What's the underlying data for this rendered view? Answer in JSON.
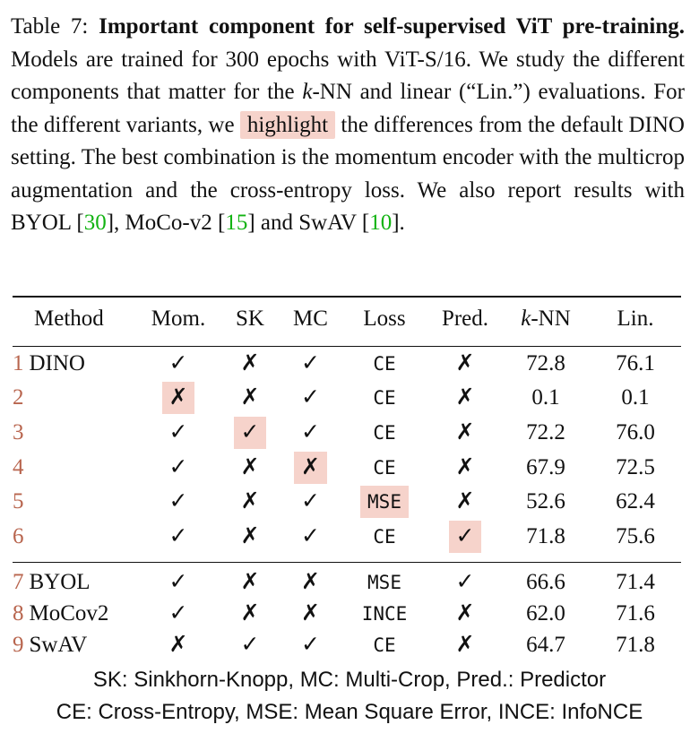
{
  "caption": {
    "table_label": "Table 7:",
    "title": "Important component for self-supervised ViT pre-training.",
    "body_part1": "Models are trained for 300 epochs with ViT-S/16. We study the different components that matter for the ",
    "knn_k": "k",
    "body_part2": "-NN and linear (“Lin.”) evaluations. For the different variants, we ",
    "highlight_word": "highlight",
    "body_part3": " the differences from the default DINO setting. The best combination is the momentum encoder with the multicrop augmentation and the cross-entropy loss. We also report results with BYOL [",
    "ref_byol": "30",
    "body_part4": "], MoCo-v2 [",
    "ref_moco": "15",
    "body_part5": "] and SwAV [",
    "ref_swav": "10",
    "body_part6": "]."
  },
  "table": {
    "headers": {
      "method": "Method",
      "mom": "Mom.",
      "sk": "SK",
      "mc": "MC",
      "loss": "Loss",
      "pred": "Pred.",
      "knn_k": "k",
      "knn_rest": "-NN",
      "lin": "Lin."
    },
    "rows": [
      {
        "num": "1",
        "method": "DINO",
        "mom": "✓",
        "sk": "✗",
        "mc": "✓",
        "loss": "CE",
        "pred": "✗",
        "knn": "72.8",
        "lin": "76.1"
      },
      {
        "num": "2",
        "method": "",
        "mom": "✗",
        "sk": "✗",
        "mc": "✓",
        "loss": "CE",
        "pred": "✗",
        "knn": "0.1",
        "lin": "0.1"
      },
      {
        "num": "3",
        "method": "",
        "mom": "✓",
        "sk": "✓",
        "mc": "✓",
        "loss": "CE",
        "pred": "✗",
        "knn": "72.2",
        "lin": "76.0"
      },
      {
        "num": "4",
        "method": "",
        "mom": "✓",
        "sk": "✗",
        "mc": "✗",
        "loss": "CE",
        "pred": "✗",
        "knn": "67.9",
        "lin": "72.5"
      },
      {
        "num": "5",
        "method": "",
        "mom": "✓",
        "sk": "✗",
        "mc": "✓",
        "loss": "MSE",
        "pred": "✗",
        "knn": "52.6",
        "lin": "62.4"
      },
      {
        "num": "6",
        "method": "",
        "mom": "✓",
        "sk": "✗",
        "mc": "✓",
        "loss": "CE",
        "pred": "✓",
        "knn": "71.8",
        "lin": "75.6"
      },
      {
        "num": "7",
        "method": "BYOL",
        "mom": "✓",
        "sk": "✗",
        "mc": "✗",
        "loss": "MSE",
        "pred": "✓",
        "knn": "66.6",
        "lin": "71.4"
      },
      {
        "num": "8",
        "method": "MoCov2",
        "mom": "✓",
        "sk": "✗",
        "mc": "✗",
        "loss": "INCE",
        "pred": "✗",
        "knn": "62.0",
        "lin": "71.6"
      },
      {
        "num": "9",
        "method": "SwAV",
        "mom": "✗",
        "sk": "✓",
        "mc": "✓",
        "loss": "CE",
        "pred": "✗",
        "knn": "64.7",
        "lin": "71.8"
      }
    ]
  },
  "footer": {
    "line1": "SK: Sinkhorn-Knopp, MC: Multi-Crop, Pred.: Predictor",
    "line2": "CE: Cross-Entropy, MSE: Mean Square Error, INCE: InfoNCE"
  },
  "colors": {
    "highlight": "#f6d3cb",
    "row_number": "#b8654e",
    "reference_link": "#12b312"
  }
}
